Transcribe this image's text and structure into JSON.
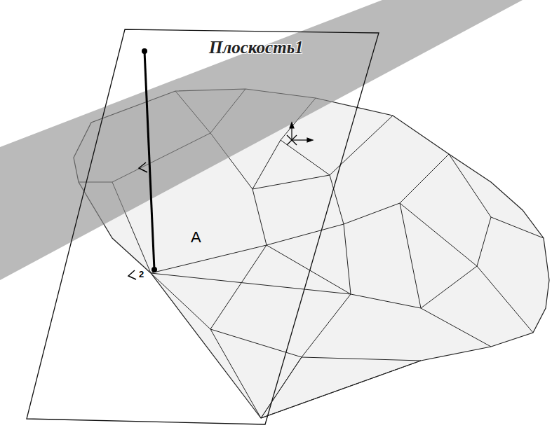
{
  "diagram": {
    "labels": [
      "Плоскость1",
      "A",
      "2"
    ]
  }
}
